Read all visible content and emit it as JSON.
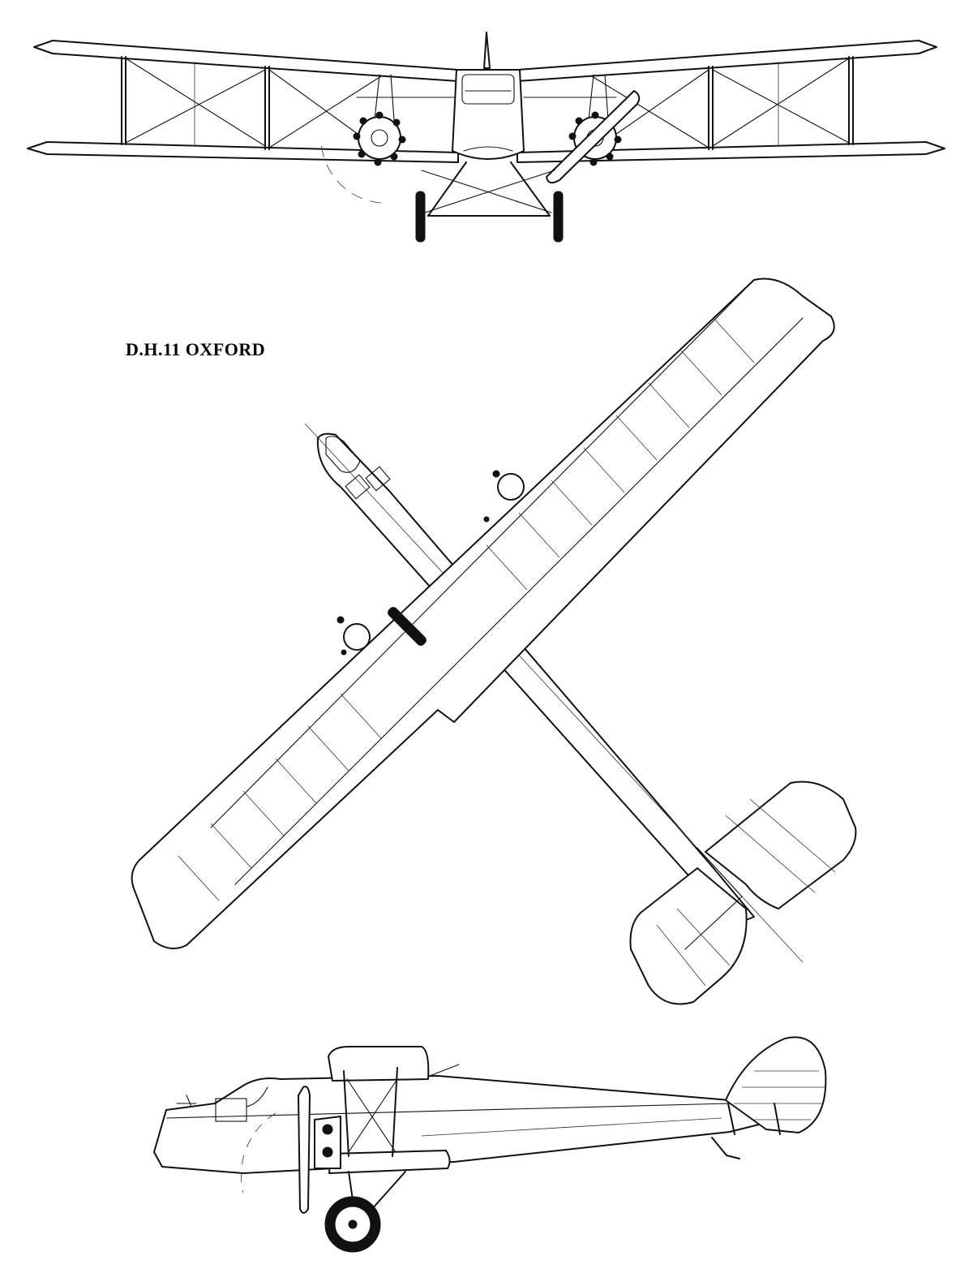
{
  "drawing": {
    "title": "D.H.11 OXFORD",
    "views": [
      "front-view",
      "plan-view",
      "side-view"
    ],
    "line_color": "#111111",
    "background_color": "#ffffff"
  }
}
